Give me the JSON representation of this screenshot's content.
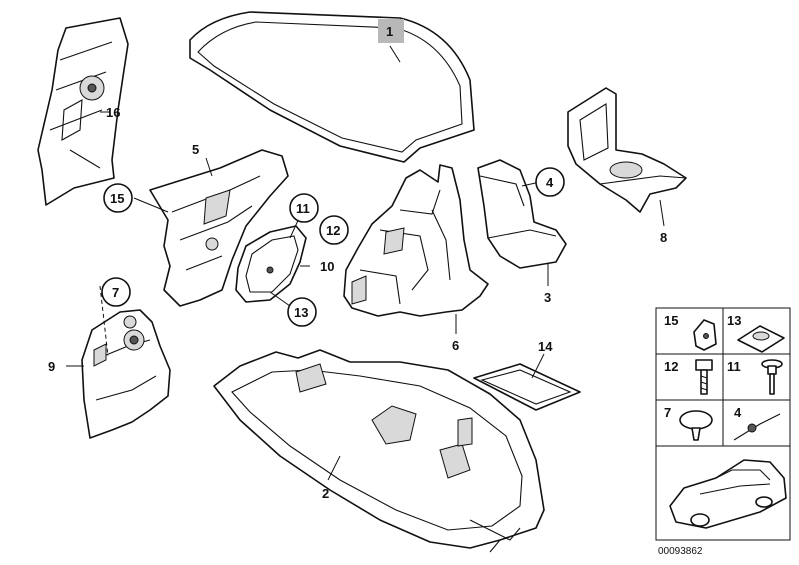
{
  "callouts": {
    "c1": "1",
    "c2": "2",
    "c3": "3",
    "c4": "4",
    "c5": "5",
    "c6": "6",
    "c7": "7",
    "c8": "8",
    "c9": "9",
    "c10": "10",
    "c11": "11",
    "c12": "12",
    "c13": "13",
    "c14": "14",
    "c15": "15",
    "c16": "16"
  },
  "legend": {
    "cells": [
      "15",
      "13",
      "12",
      "11",
      "7",
      "4"
    ]
  },
  "reference_number": "00093862",
  "colors": {
    "line": "#111111",
    "highlight": "#b8b8b8"
  }
}
